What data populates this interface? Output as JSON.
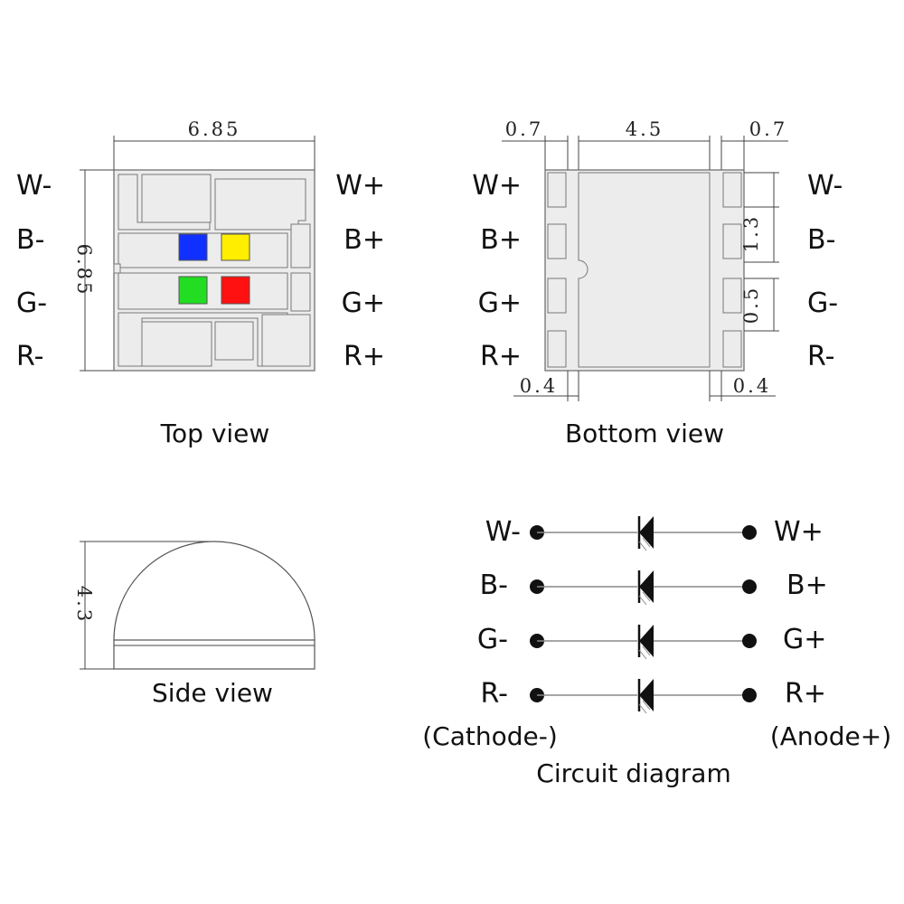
{
  "top_view": {
    "caption": "Top view",
    "dimension_width": "6.85",
    "dimension_height": "6.85",
    "left_labels": [
      "W-",
      "B-",
      "G-",
      "R-"
    ],
    "right_labels": [
      "W+",
      "B+",
      "G+",
      "R+"
    ],
    "chip_colors": {
      "blue": "#1030ff",
      "yellow": "#ffee00",
      "green": "#22dd22",
      "red": "#ff1111"
    }
  },
  "bottom_view": {
    "caption": "Bottom view",
    "dim_left_pad_width": "0.7",
    "dim_center_pad_width": "4.5",
    "dim_right_pad_width": "0.7",
    "dim_pad_pitch": "1.3",
    "dim_pad_gap": "0.5",
    "dim_left_gap": "0.4",
    "dim_right_gap": "0.4",
    "left_labels": [
      "W+",
      "B+",
      "G+",
      "R+"
    ],
    "right_labels": [
      "W-",
      "B-",
      "G-",
      "R-"
    ]
  },
  "side_view": {
    "caption": "Side view",
    "dimension_height": "4.3"
  },
  "circuit": {
    "caption": "Circuit diagram",
    "cathode_label": "(Cathode-)",
    "anode_label": "(Anode+)",
    "rows": [
      {
        "cathode": "W-",
        "anode": "W+"
      },
      {
        "cathode": "B-",
        "anode": "B+"
      },
      {
        "cathode": "G-",
        "anode": "G+"
      },
      {
        "cathode": "R-",
        "anode": "R+"
      }
    ]
  }
}
